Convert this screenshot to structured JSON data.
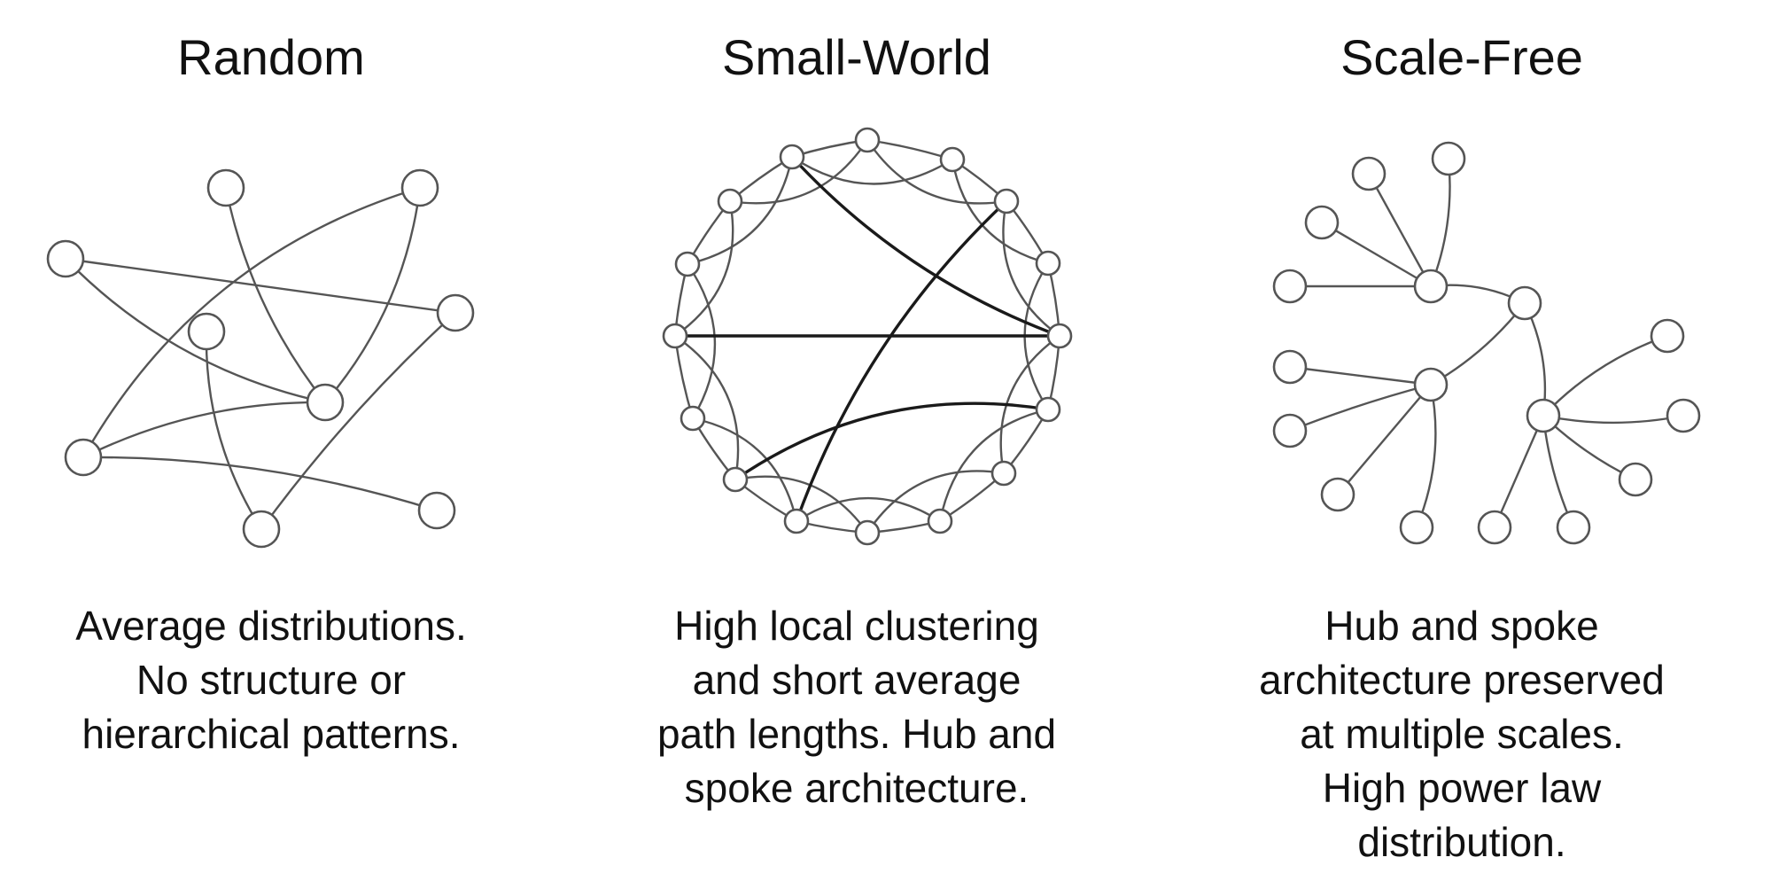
{
  "panels": [
    {
      "title": "Random",
      "description": [
        "Average distributions.",
        "No structure or",
        "hierarchical patterns."
      ]
    },
    {
      "title": "Small-World",
      "description": [
        "High local clustering",
        "and short average",
        "path lengths. Hub and",
        "spoke architecture."
      ]
    },
    {
      "title": "Scale-Free",
      "description": [
        "Hub and spoke",
        "architecture preserved",
        "at multiple scales.",
        "High power law",
        "distribution."
      ]
    }
  ],
  "colors": {
    "edge": "#555555",
    "strong_edge": "#1a1a1a",
    "node_stroke": "#555555"
  }
}
